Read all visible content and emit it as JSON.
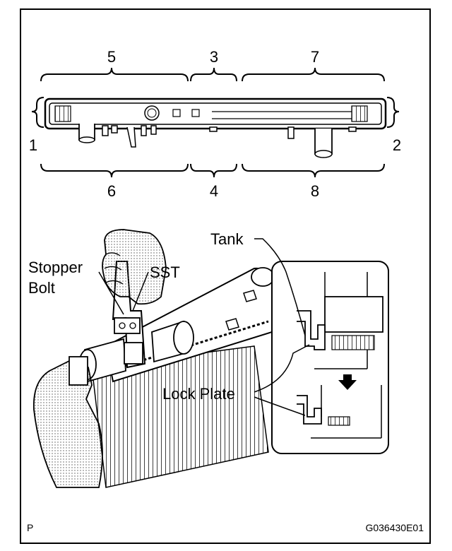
{
  "top_diagram": {
    "section_labels": [
      "5",
      "3",
      "7",
      "1",
      "2",
      "6",
      "4",
      "8"
    ]
  },
  "bottom_diagram": {
    "callouts": {
      "tank": "Tank",
      "stopper_line1": "Stopper",
      "stopper_line2": "Bolt",
      "sst": "SST",
      "lock_plate": "Lock Plate"
    }
  },
  "footer": {
    "page_mark": "P",
    "figure_code": "G036430E01"
  }
}
